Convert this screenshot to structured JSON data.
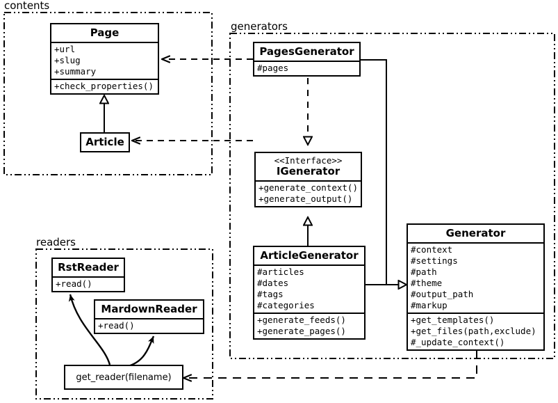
{
  "diagram": {
    "kind": "uml-class-diagram",
    "stroke_color": "#000000",
    "background_color": "#ffffff"
  },
  "packages": [
    {
      "id": "contents",
      "label": "contents"
    },
    {
      "id": "generators",
      "label": "generators"
    },
    {
      "id": "readers",
      "label": "readers"
    }
  ],
  "classes": {
    "page": {
      "name": "Page",
      "attributes": [
        "+url",
        "+slug",
        "+summary"
      ],
      "methods": [
        "+check_properties()"
      ]
    },
    "article": {
      "name": "Article",
      "attributes": [],
      "methods": []
    },
    "pages_generator": {
      "name": "PagesGenerator",
      "attributes": [
        "#pages"
      ],
      "methods": []
    },
    "igenerator": {
      "stereotype": "<<Interface>>",
      "name": "IGenerator",
      "attributes": [],
      "methods": [
        "+generate_context()",
        "+generate_output()"
      ]
    },
    "article_generator": {
      "name": "ArticleGenerator",
      "attributes": [
        "#articles",
        "#dates",
        "#tags",
        "#categories"
      ],
      "methods": [
        "+generate_feeds()",
        "+generate_pages()"
      ]
    },
    "generator": {
      "name": "Generator",
      "attributes": [
        "#context",
        "#settings",
        "#path",
        "#theme",
        "#output_path",
        "#markup"
      ],
      "methods": [
        "+get_templates()",
        "+get_files(path,exclude)",
        "#_update_context()"
      ]
    },
    "rst_reader": {
      "name": "RstReader",
      "attributes": [],
      "methods": [
        "+read()"
      ]
    },
    "mardown_reader": {
      "name": "MardownReader",
      "attributes": [],
      "methods": [
        "+read()"
      ]
    }
  },
  "functions": {
    "get_reader": {
      "label": "get_reader(filename)"
    }
  },
  "relationships": [
    {
      "from": "article",
      "to": "page",
      "type": "generalization"
    },
    {
      "from": "pages_generator",
      "to": "page",
      "type": "dependency"
    },
    {
      "from": "article_generator",
      "to": "article",
      "type": "dependency"
    },
    {
      "from": "pages_generator",
      "to": "igenerator",
      "type": "realization"
    },
    {
      "from": "article_generator",
      "to": "igenerator",
      "type": "generalization"
    },
    {
      "from": "pages_generator",
      "to": "generator",
      "type": "generalization"
    },
    {
      "from": "article_generator",
      "to": "generator",
      "type": "generalization"
    },
    {
      "from": "generator",
      "to": "get_reader",
      "type": "dependency"
    },
    {
      "from": "get_reader",
      "to": "rst_reader",
      "type": "returns"
    },
    {
      "from": "get_reader",
      "to": "mardown_reader",
      "type": "returns"
    }
  ]
}
